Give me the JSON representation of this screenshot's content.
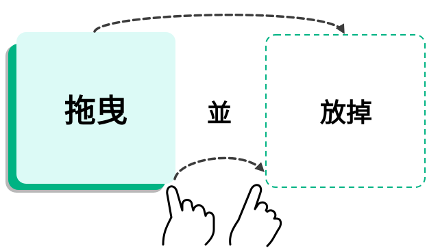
{
  "source_card": {
    "label": "拖曳"
  },
  "connector": {
    "label": "並"
  },
  "target_card": {
    "label": "放掉"
  },
  "icons": {
    "drag_path": "dashed-curved-arrow",
    "drop_path": "dashed-curved-arrow",
    "hand_left": "pointing-hand-icon",
    "hand_right": "pointing-hand-icon"
  },
  "colors": {
    "accent": "#00b383",
    "card_fill": "#dcfaf6",
    "card_shadow": "#b8b8b8",
    "arrow": "#3c3c3c",
    "outline": "#000000"
  }
}
